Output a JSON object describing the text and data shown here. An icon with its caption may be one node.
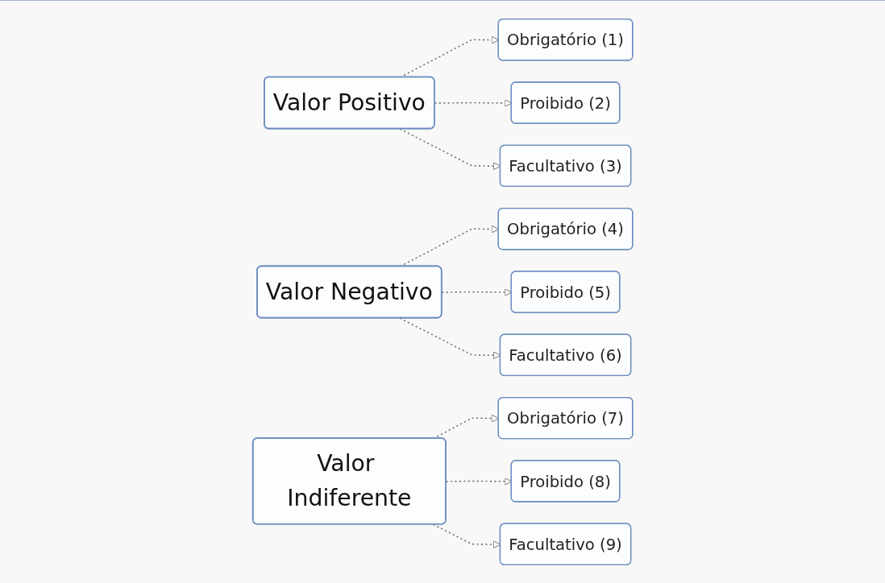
{
  "diagram": {
    "nodes": [
      {
        "text": [
          "Valor Positivo"
        ]
      },
      {
        "text": [
          "Obrigatório (1)"
        ]
      },
      {
        "text": [
          "Proibido (2)"
        ]
      },
      {
        "text": [
          "Facultativo (3)"
        ]
      },
      {
        "text": [
          "Valor Negativo"
        ]
      },
      {
        "text": [
          "Obrigatório (4)"
        ]
      },
      {
        "text": [
          "Proibido (5)"
        ]
      },
      {
        "text": [
          "Facultativo (6)"
        ]
      },
      {
        "text": [
          "Valor Indiferente"
        ]
      },
      {
        "text": [
          "Obrigatório (7)"
        ]
      },
      {
        "text": [
          "Proibido (8)"
        ]
      },
      {
        "text": [
          "Facultativo (9)"
        ]
      }
    ],
    "edges": [
      {
        "from": 0,
        "to": 1,
        "arrow": "to",
        "style": "dashed"
      },
      {
        "from": 0,
        "to": 2,
        "arrow": "to",
        "style": "dashed"
      },
      {
        "from": 0,
        "to": 3,
        "arrow": "to",
        "style": "dashed"
      },
      {
        "from": 4,
        "to": 5,
        "arrow": "to",
        "style": "dashed"
      },
      {
        "from": 4,
        "to": 6,
        "arrow": "to",
        "style": "dashed"
      },
      {
        "from": 4,
        "to": 7,
        "arrow": "to",
        "style": "dashed"
      },
      {
        "from": 8,
        "to": 9,
        "arrow": "to",
        "style": "dashed"
      },
      {
        "from": 8,
        "to": 10,
        "arrow": "to",
        "style": "dashed"
      },
      {
        "from": 8,
        "to": 11,
        "arrow": "to",
        "style": "dashed"
      }
    ]
  }
}
